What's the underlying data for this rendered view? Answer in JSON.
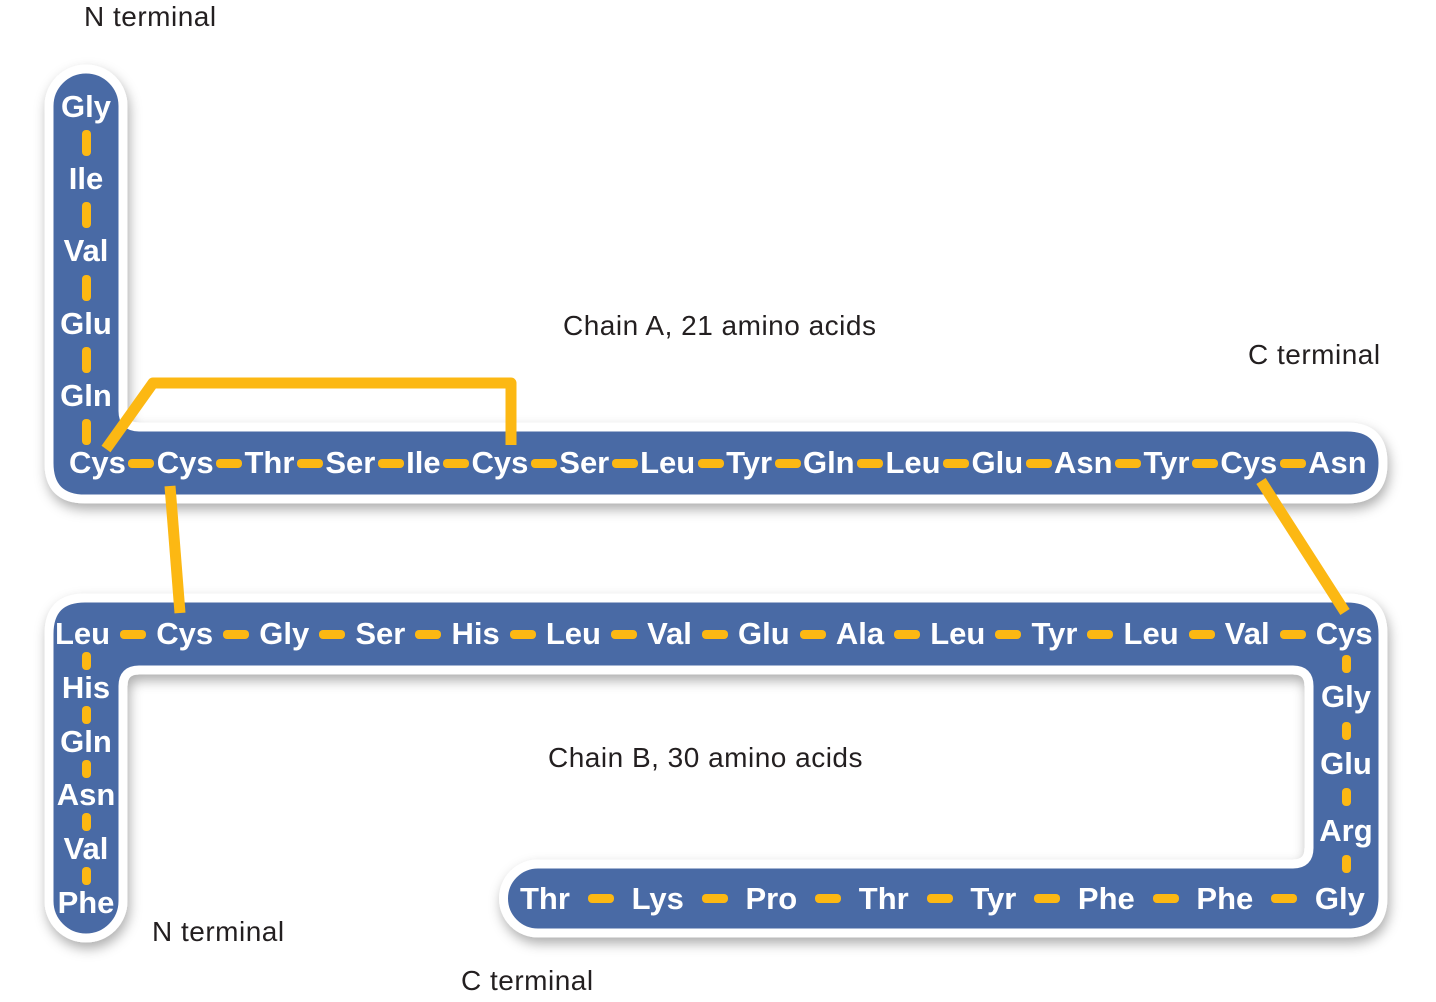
{
  "diagram": {
    "chain_a_title": "Chain A, 21 amino acids",
    "chain_b_title": "Chain B, 30 amino acids",
    "chain_a_n_terminal": "N terminal",
    "chain_a_c_terminal": "C terminal",
    "chain_b_n_terminal": "N terminal",
    "chain_b_c_terminal": "C terminal"
  },
  "colors": {
    "chain_blue": "#4a6aa5",
    "bond_yellow": "#fcb813",
    "outline_white": "#ffffff",
    "label_dark": "#231f20"
  },
  "chain_a": {
    "vertical_arm": [
      "Gly",
      "Ile",
      "Val",
      "Glu",
      "Gln"
    ],
    "horizontal_row": [
      "Cys",
      "Cys",
      "Thr",
      "Ser",
      "Ile",
      "Cys",
      "Ser",
      "Leu",
      "Tyr",
      "Gln",
      "Leu",
      "Glu",
      "Asn",
      "Tyr",
      "Cys",
      "Asn"
    ]
  },
  "chain_b": {
    "top_row": [
      "Leu",
      "Cys",
      "Gly",
      "Ser",
      "His",
      "Leu",
      "Val",
      "Glu",
      "Ala",
      "Leu",
      "Tyr",
      "Leu",
      "Val",
      "Cys"
    ],
    "left_arm": [
      "His",
      "Gln",
      "Asn",
      "Val",
      "Phe"
    ],
    "right_arm": [
      "Gly",
      "Glu",
      "Arg"
    ],
    "bottom_row": [
      "Thr",
      "Lys",
      "Pro",
      "Thr",
      "Tyr",
      "Phe",
      "Phe",
      "Gly"
    ]
  },
  "disulfide_bonds": [
    {
      "from": "chain_a_cys_6",
      "to": "chain_a_cys_11"
    },
    {
      "from": "chain_a_cys_7",
      "to": "chain_b_cys_7"
    },
    {
      "from": "chain_a_cys_20",
      "to": "chain_b_cys_19"
    }
  ]
}
